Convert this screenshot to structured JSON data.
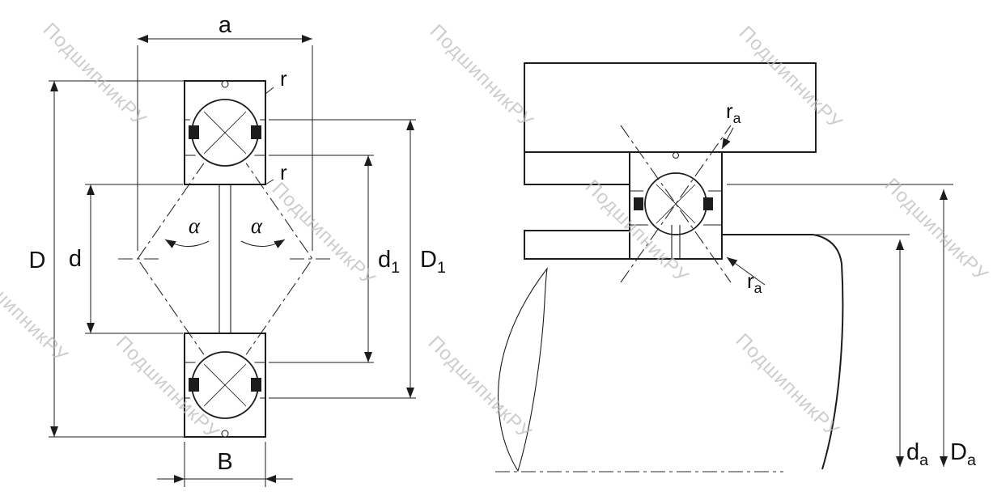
{
  "watermark": {
    "text": "ПодшипникРУ"
  },
  "colors": {
    "line": "#1c1c1c",
    "watermark": "#bdbdbd"
  },
  "left_view": {
    "dim_a": "a",
    "dim_r_outer": "r",
    "dim_r_inner": "r",
    "angle_left": "α",
    "angle_right": "α",
    "dim_D": "D",
    "dim_d": "d",
    "dim_d1": {
      "base": "d",
      "sub": "1"
    },
    "dim_D1": {
      "base": "D",
      "sub": "1"
    },
    "dim_B": "B"
  },
  "right_view": {
    "dim_ra_top": {
      "base": "r",
      "sub": "a"
    },
    "dim_ra_bottom": {
      "base": "r",
      "sub": "a"
    },
    "dim_da": {
      "base": "d",
      "sub": "a"
    },
    "dim_Da": {
      "base": "D",
      "sub": "a"
    }
  }
}
